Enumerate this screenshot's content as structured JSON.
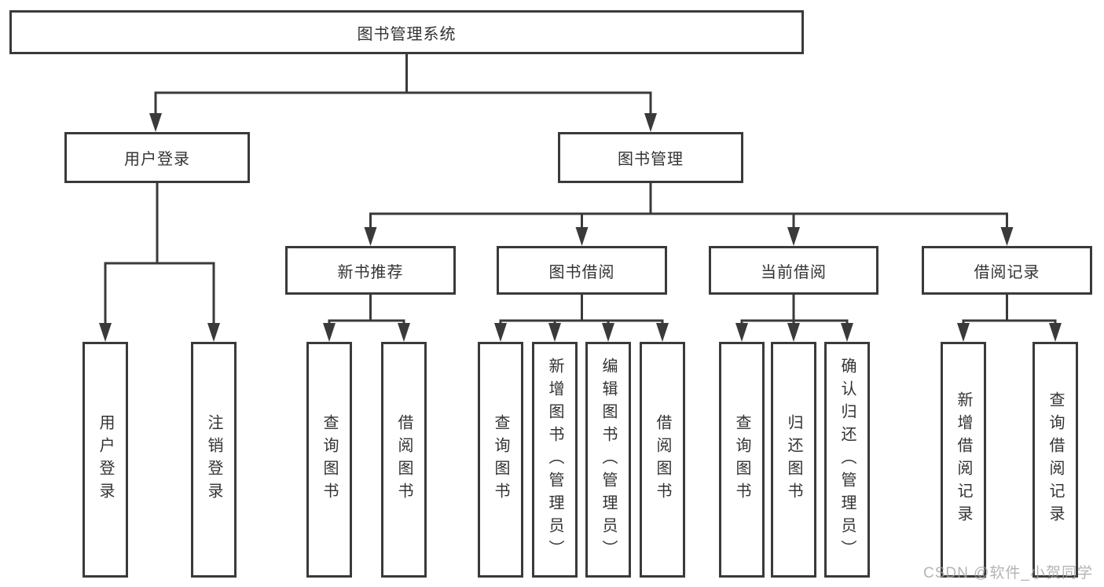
{
  "title": {
    "label": "图书管理系统"
  },
  "level2": [
    {
      "label": "用户登录"
    },
    {
      "label": "图书管理"
    }
  ],
  "level3": [
    {
      "label": "新书推荐"
    },
    {
      "label": "图书借阅"
    },
    {
      "label": "当前借阅"
    },
    {
      "label": "借阅记录"
    }
  ],
  "leaves": {
    "user_login": [
      "用户登录",
      "注销登录"
    ],
    "new_book": [
      "查询图书",
      "借阅图书"
    ],
    "book_borrow": [
      "查询图书",
      "新增图书（管理员）",
      "编辑图书（管理员）",
      "借阅图书"
    ],
    "current_borrow": [
      "查询图书",
      "归还图书",
      "确认归还（管理员）"
    ],
    "borrow_record": [
      "新增借阅记录",
      "查询借阅记录"
    ]
  },
  "watermark": {
    "label": "CSDN @软件_小贺同学"
  },
  "colors": {
    "line": "#3a3a3a",
    "text": "#333333",
    "watermark": "#a4a4a4",
    "box_background": "#ffffff"
  }
}
